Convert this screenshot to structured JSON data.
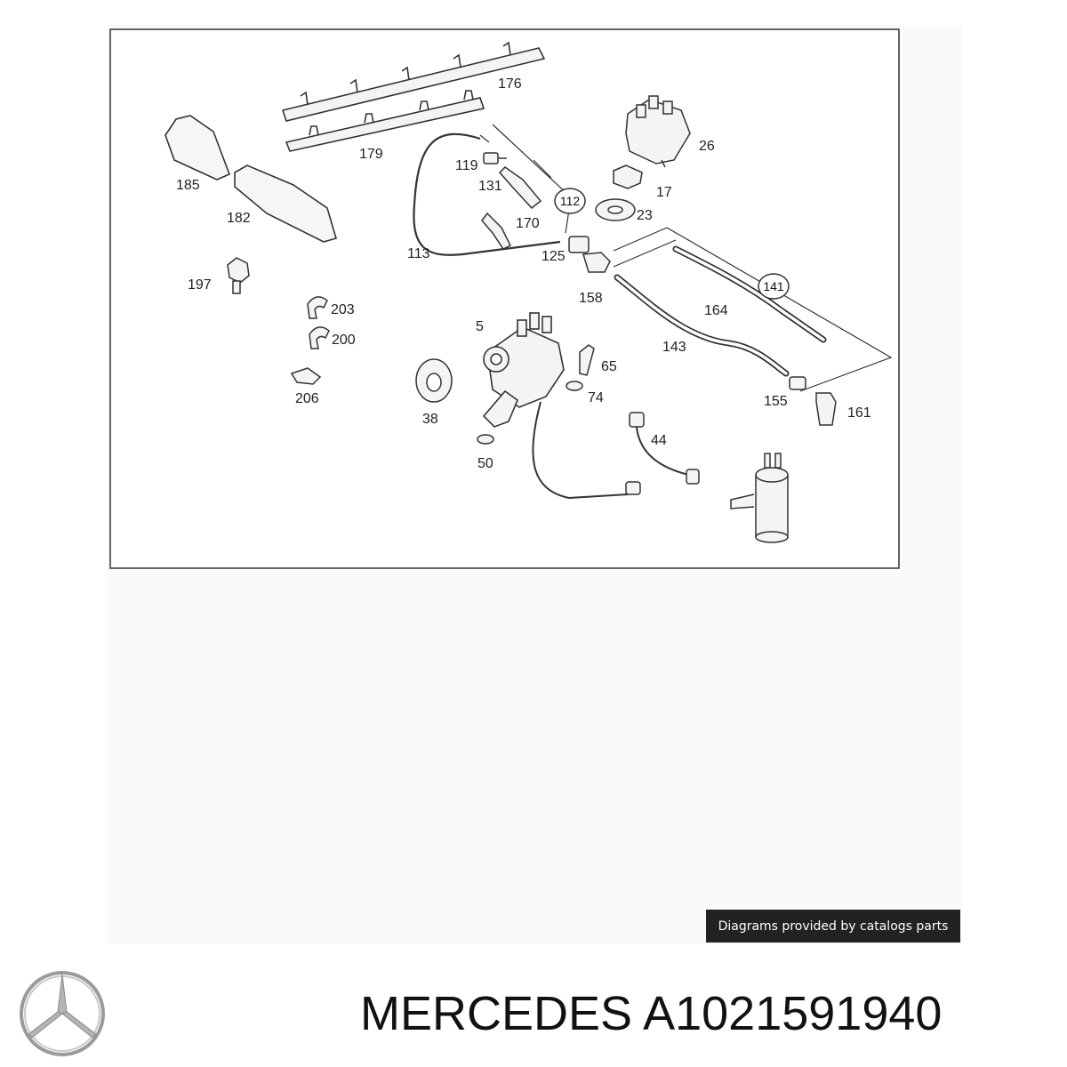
{
  "diagram": {
    "part_labels": [
      "176",
      "179",
      "185",
      "182",
      "197",
      "203",
      "200",
      "206",
      "119",
      "131",
      "170",
      "113",
      "125",
      "158",
      "26",
      "17",
      "23",
      "5",
      "65",
      "74",
      "38",
      "50",
      "44",
      "164",
      "143",
      "155",
      "161"
    ],
    "reference_labels": [
      "112",
      "141"
    ]
  },
  "watermark": {
    "text": "Diagrams provided by catalogs parts"
  },
  "footer": {
    "brand": "MERCEDES",
    "part_number": "A1021591940",
    "logo_icon": "mercedes-star-icon"
  }
}
